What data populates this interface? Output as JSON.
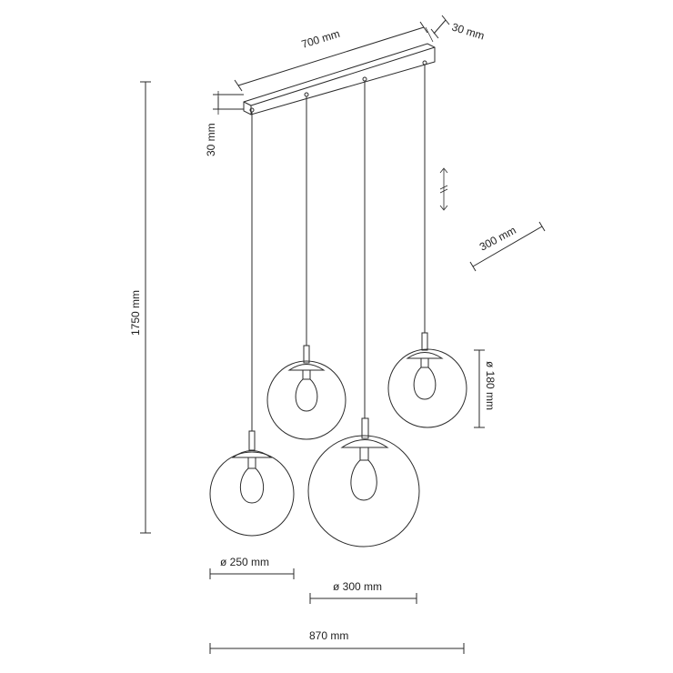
{
  "dimensions": {
    "bar_length": "700 mm",
    "bar_width": "30 mm",
    "bar_height": "30 mm",
    "total_height": "1750 mm",
    "spread_depth": "300 mm",
    "small_globe_diameter": "ø 180 mm",
    "medium_globe_diameter": "ø 250 mm",
    "large_globe_diameter": "ø 300 mm",
    "total_width": "870 mm"
  },
  "colors": {
    "line": "#2b2b2b",
    "background": "#ffffff"
  }
}
